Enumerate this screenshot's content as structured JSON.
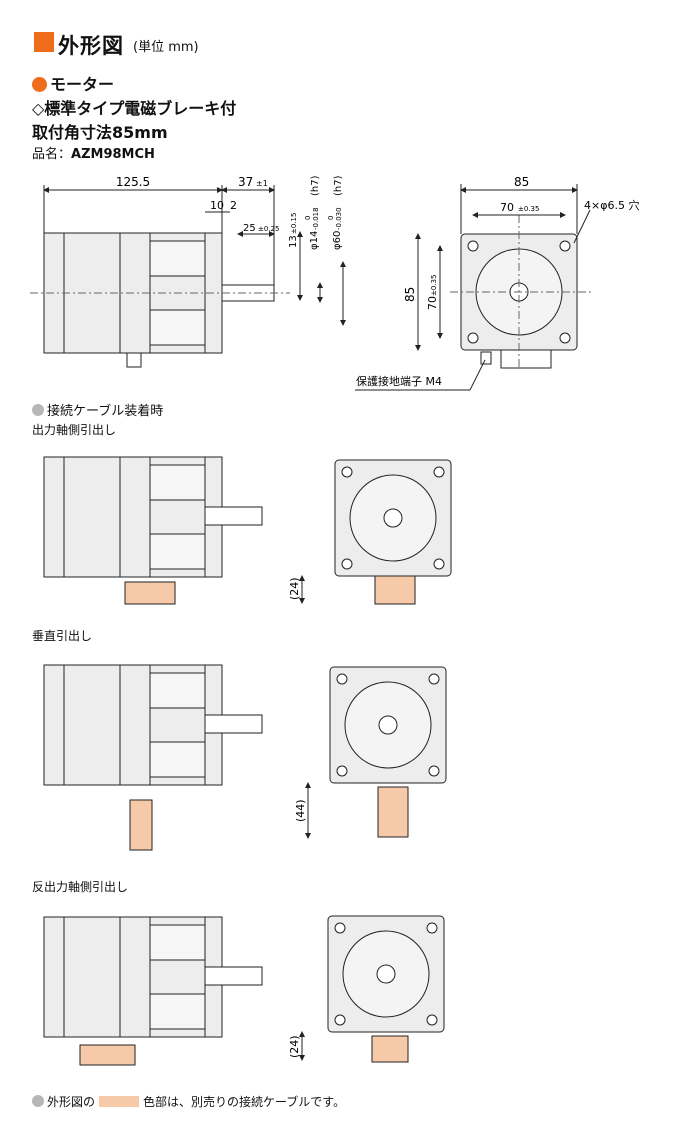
{
  "header": {
    "title": "外形図",
    "unit": "(単位 mm)"
  },
  "section": {
    "motor": "モーター",
    "type": "◇標準タイプ電磁ブレーキ付",
    "size": "取付角寸法85mm",
    "product_label": "品名：",
    "product_name": "AZM98MCH"
  },
  "dims": {
    "length": "125.5",
    "shaft": "37",
    "shaft_tol": "±1",
    "d10": "10",
    "d2": "2",
    "d25": "25",
    "d25_tol": "±0.25",
    "d13": "13",
    "d13_tol": "±0.15",
    "d14": "φ14",
    "d14_tol_u": "0",
    "d14_tol_l": "-0.018",
    "d14_fit": "(h7)",
    "d60": "φ60",
    "d60_tol_u": "0",
    "d60_tol_l": "-0.030",
    "d60_fit": "(h7)",
    "w85": "85",
    "h85": "85",
    "pitch": "70",
    "pitch_tol": "±0.35",
    "holes": "4×φ6.5 穴",
    "ground": "保護接地端子 M4"
  },
  "cable": {
    "heading": "接続ケーブル装着時",
    "out": "出力軸側引出し",
    "vert": "垂直引出し",
    "rev": "反出力軸側引出し",
    "d24a": "(24)",
    "d44": "(44)",
    "d24b": "(24)"
  },
  "note": {
    "prefix": "外形図の",
    "suffix": "色部は、別売りの接続ケーブルです。"
  },
  "colors": {
    "accent": "#ef6c1a",
    "cable": "#f6c9a8",
    "body": "#eeeeee"
  }
}
